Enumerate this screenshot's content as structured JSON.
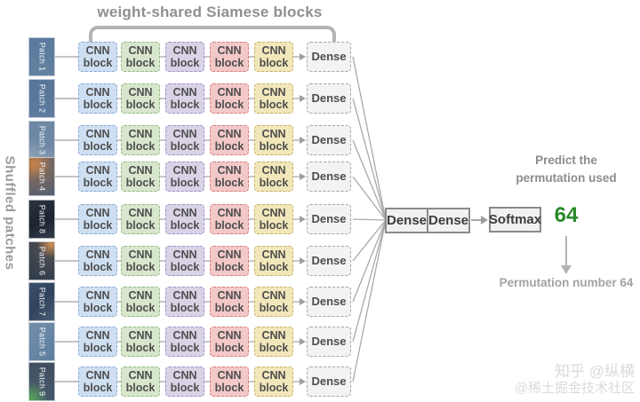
{
  "title": "weight-shared Siamese blocks",
  "side_label": "Shuffled patches",
  "patches": [
    "Patch 1",
    "Patch 2",
    "Patch 3",
    "Patch 4",
    "Patch 8",
    "Patch 6",
    "Patch 7",
    "Patch 5",
    "Patch 9"
  ],
  "row": {
    "cnn_label": "CNN block",
    "dense_label": "Dense"
  },
  "central": {
    "dense1": "Dense",
    "dense2": "Dense",
    "softmax": "Softmax",
    "predicted_value": "64"
  },
  "annotations": {
    "predict_line1": "Predict the",
    "predict_line2": "permutation used",
    "permutation_caption": "Permutation number 64"
  },
  "watermark": {
    "line1": "知乎 @纵横",
    "line2": "@稀土掘金技术社区"
  },
  "colors": {
    "cnn_blocks": [
      {
        "bg": "#cfdff2",
        "border": "#89a8d8"
      },
      {
        "bg": "#d7e6cd",
        "border": "#93bb82"
      },
      {
        "bg": "#dad3e6",
        "border": "#a193cb"
      },
      {
        "bg": "#f3c8c8",
        "border": "#d87f7f"
      },
      {
        "bg": "#f1e7ba",
        "border": "#c4b26a"
      },
      {
        "bg": "#f3f3f3",
        "border": "#a6a6a6"
      }
    ],
    "value_green": "#2a8a2a",
    "line_gray": "#b0b0b0"
  }
}
